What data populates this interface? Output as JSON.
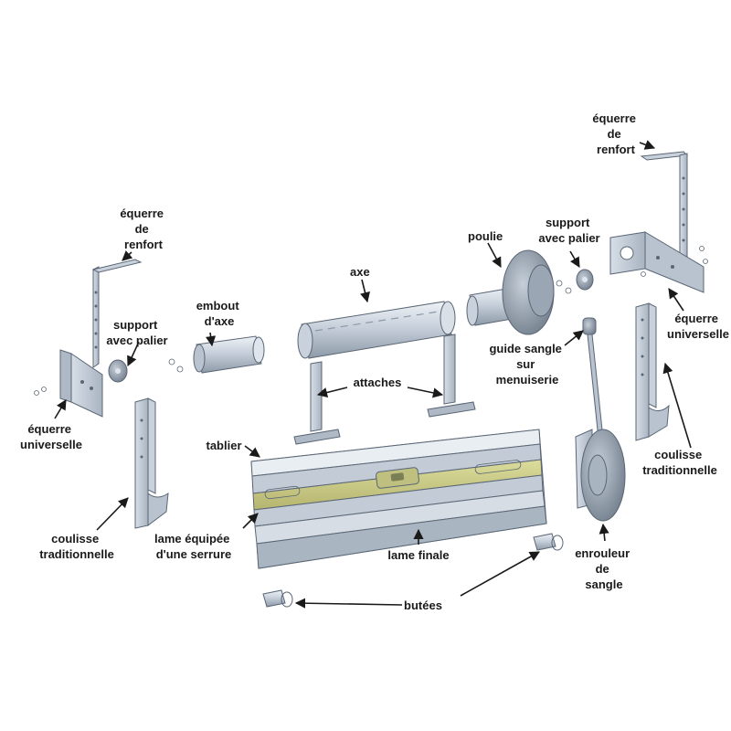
{
  "labels": {
    "equerre_renfort_right": [
      "équerre",
      "de",
      "renfort"
    ],
    "equerre_renfort_left": [
      "équerre",
      "de",
      "renfort"
    ],
    "poulie": "poulie",
    "support_palier_right": [
      "support",
      "avec palier"
    ],
    "axe": "axe",
    "embout_axe": [
      "embout",
      "d'axe"
    ],
    "support_palier_left": [
      "support",
      "avec palier"
    ],
    "equerre_universelle_right": [
      "équerre",
      "universelle"
    ],
    "guide_sangle": [
      "guide sangle",
      "sur",
      "menuiserie"
    ],
    "attaches": "attaches",
    "equerre_universelle_left": [
      "équerre",
      "universelle"
    ],
    "tablier": "tablier",
    "coulisse_right": [
      "coulisse",
      "traditionnelle"
    ],
    "coulisse_left": [
      "coulisse",
      "traditionnelle"
    ],
    "lame_serrure": [
      "lame équipée",
      "d'une serrure"
    ],
    "lame_finale": "lame finale",
    "enrouleur": [
      "enrouleur",
      "de",
      "sangle"
    ],
    "butees": "butées"
  },
  "colors": {
    "metal_light": "#dfe5ec",
    "metal_mid": "#b9c3cf",
    "metal_dark": "#8c98a6",
    "lock_slat": "#c9c98a",
    "outline": "#5a6675",
    "text": "#1a1a1a"
  }
}
